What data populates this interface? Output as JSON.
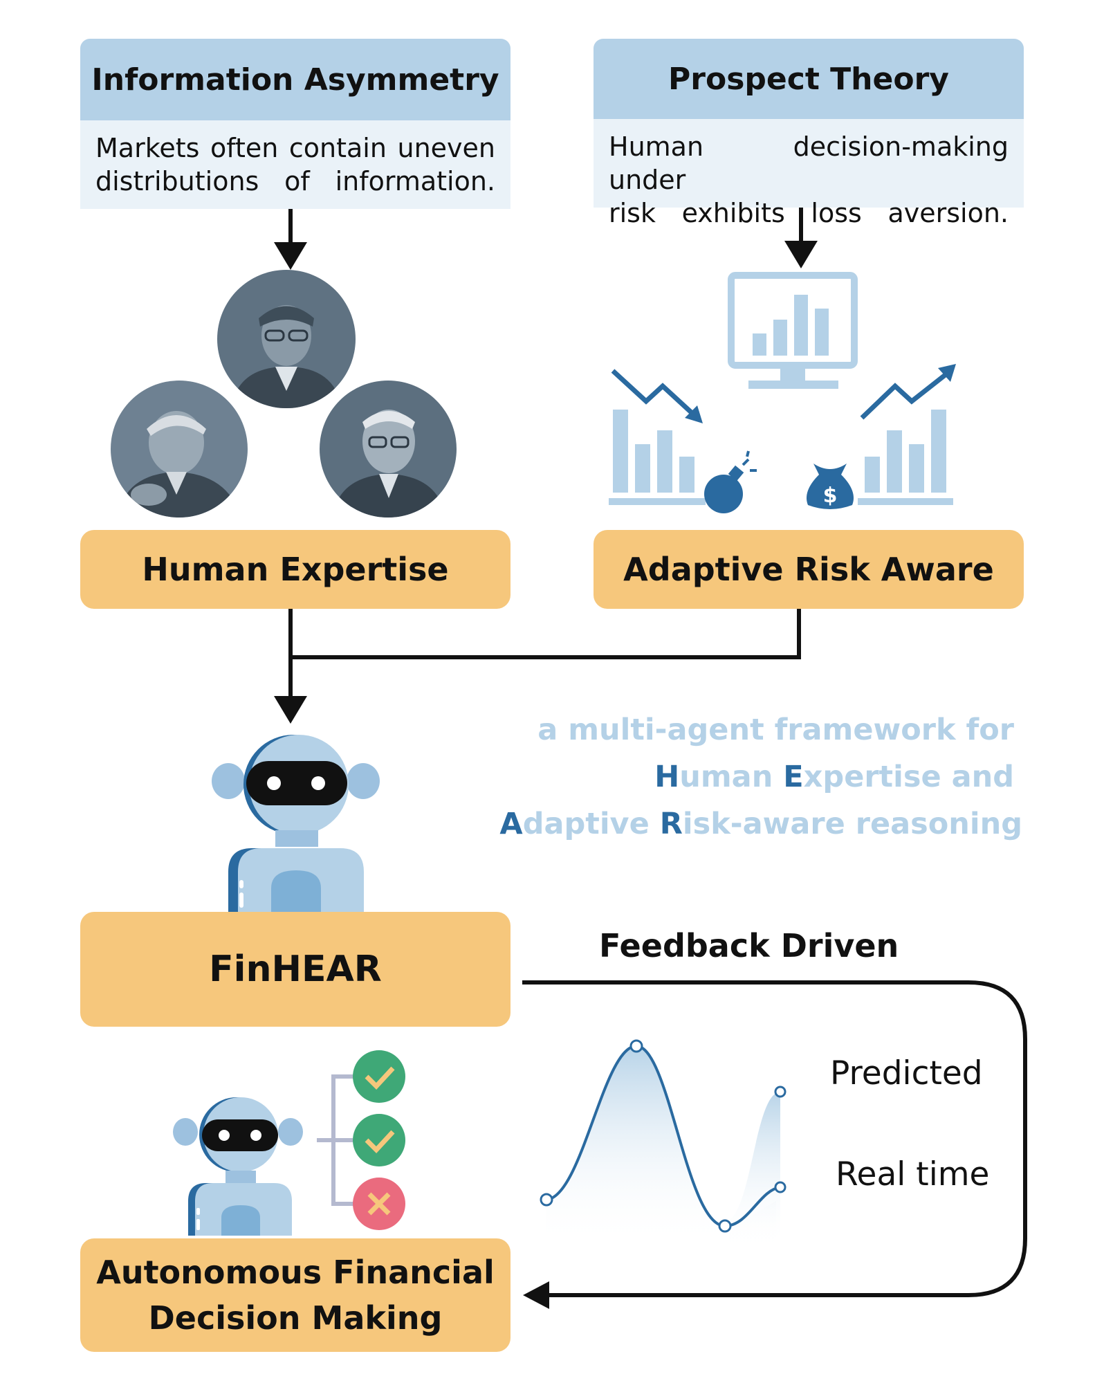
{
  "info_asymmetry": {
    "title": "Information Asymmetry",
    "line1": "Markets often contain uneven",
    "line2": "distributions of information."
  },
  "prospect_theory": {
    "title": "Prospect Theory",
    "line1": "Human decision-making under",
    "line2": "risk exhibits loss aversion."
  },
  "human_expertise": {
    "label": "Human Expertise"
  },
  "adaptive_risk": {
    "label": "Adaptive Risk Aware"
  },
  "tagline": {
    "line1": "a multi-agent framework for",
    "line2": {
      "h": "H",
      "h_rest": "uman ",
      "e": "E",
      "e_rest": "xpertise and"
    },
    "line3": {
      "a": "A",
      "a_rest": "daptive ",
      "r": "R",
      "r_rest": "isk-aware reasoning"
    }
  },
  "finhear": {
    "label": "FinHEAR"
  },
  "feedback": {
    "label": "Feedback Driven"
  },
  "legend": {
    "predicted": "Predicted",
    "real_time": "Real time"
  },
  "decision": {
    "line1": "Autonomous Financial",
    "line2": "Decision Making"
  },
  "colors": {
    "header_blue": "#b4d1e7",
    "desc_bg": "#eaf2f8",
    "orange": "#f6c77c",
    "dark_blue": "#2a6aa0",
    "light_blue": "#b4d1e7",
    "green": "#3fa877",
    "red": "#ea6b7e"
  }
}
